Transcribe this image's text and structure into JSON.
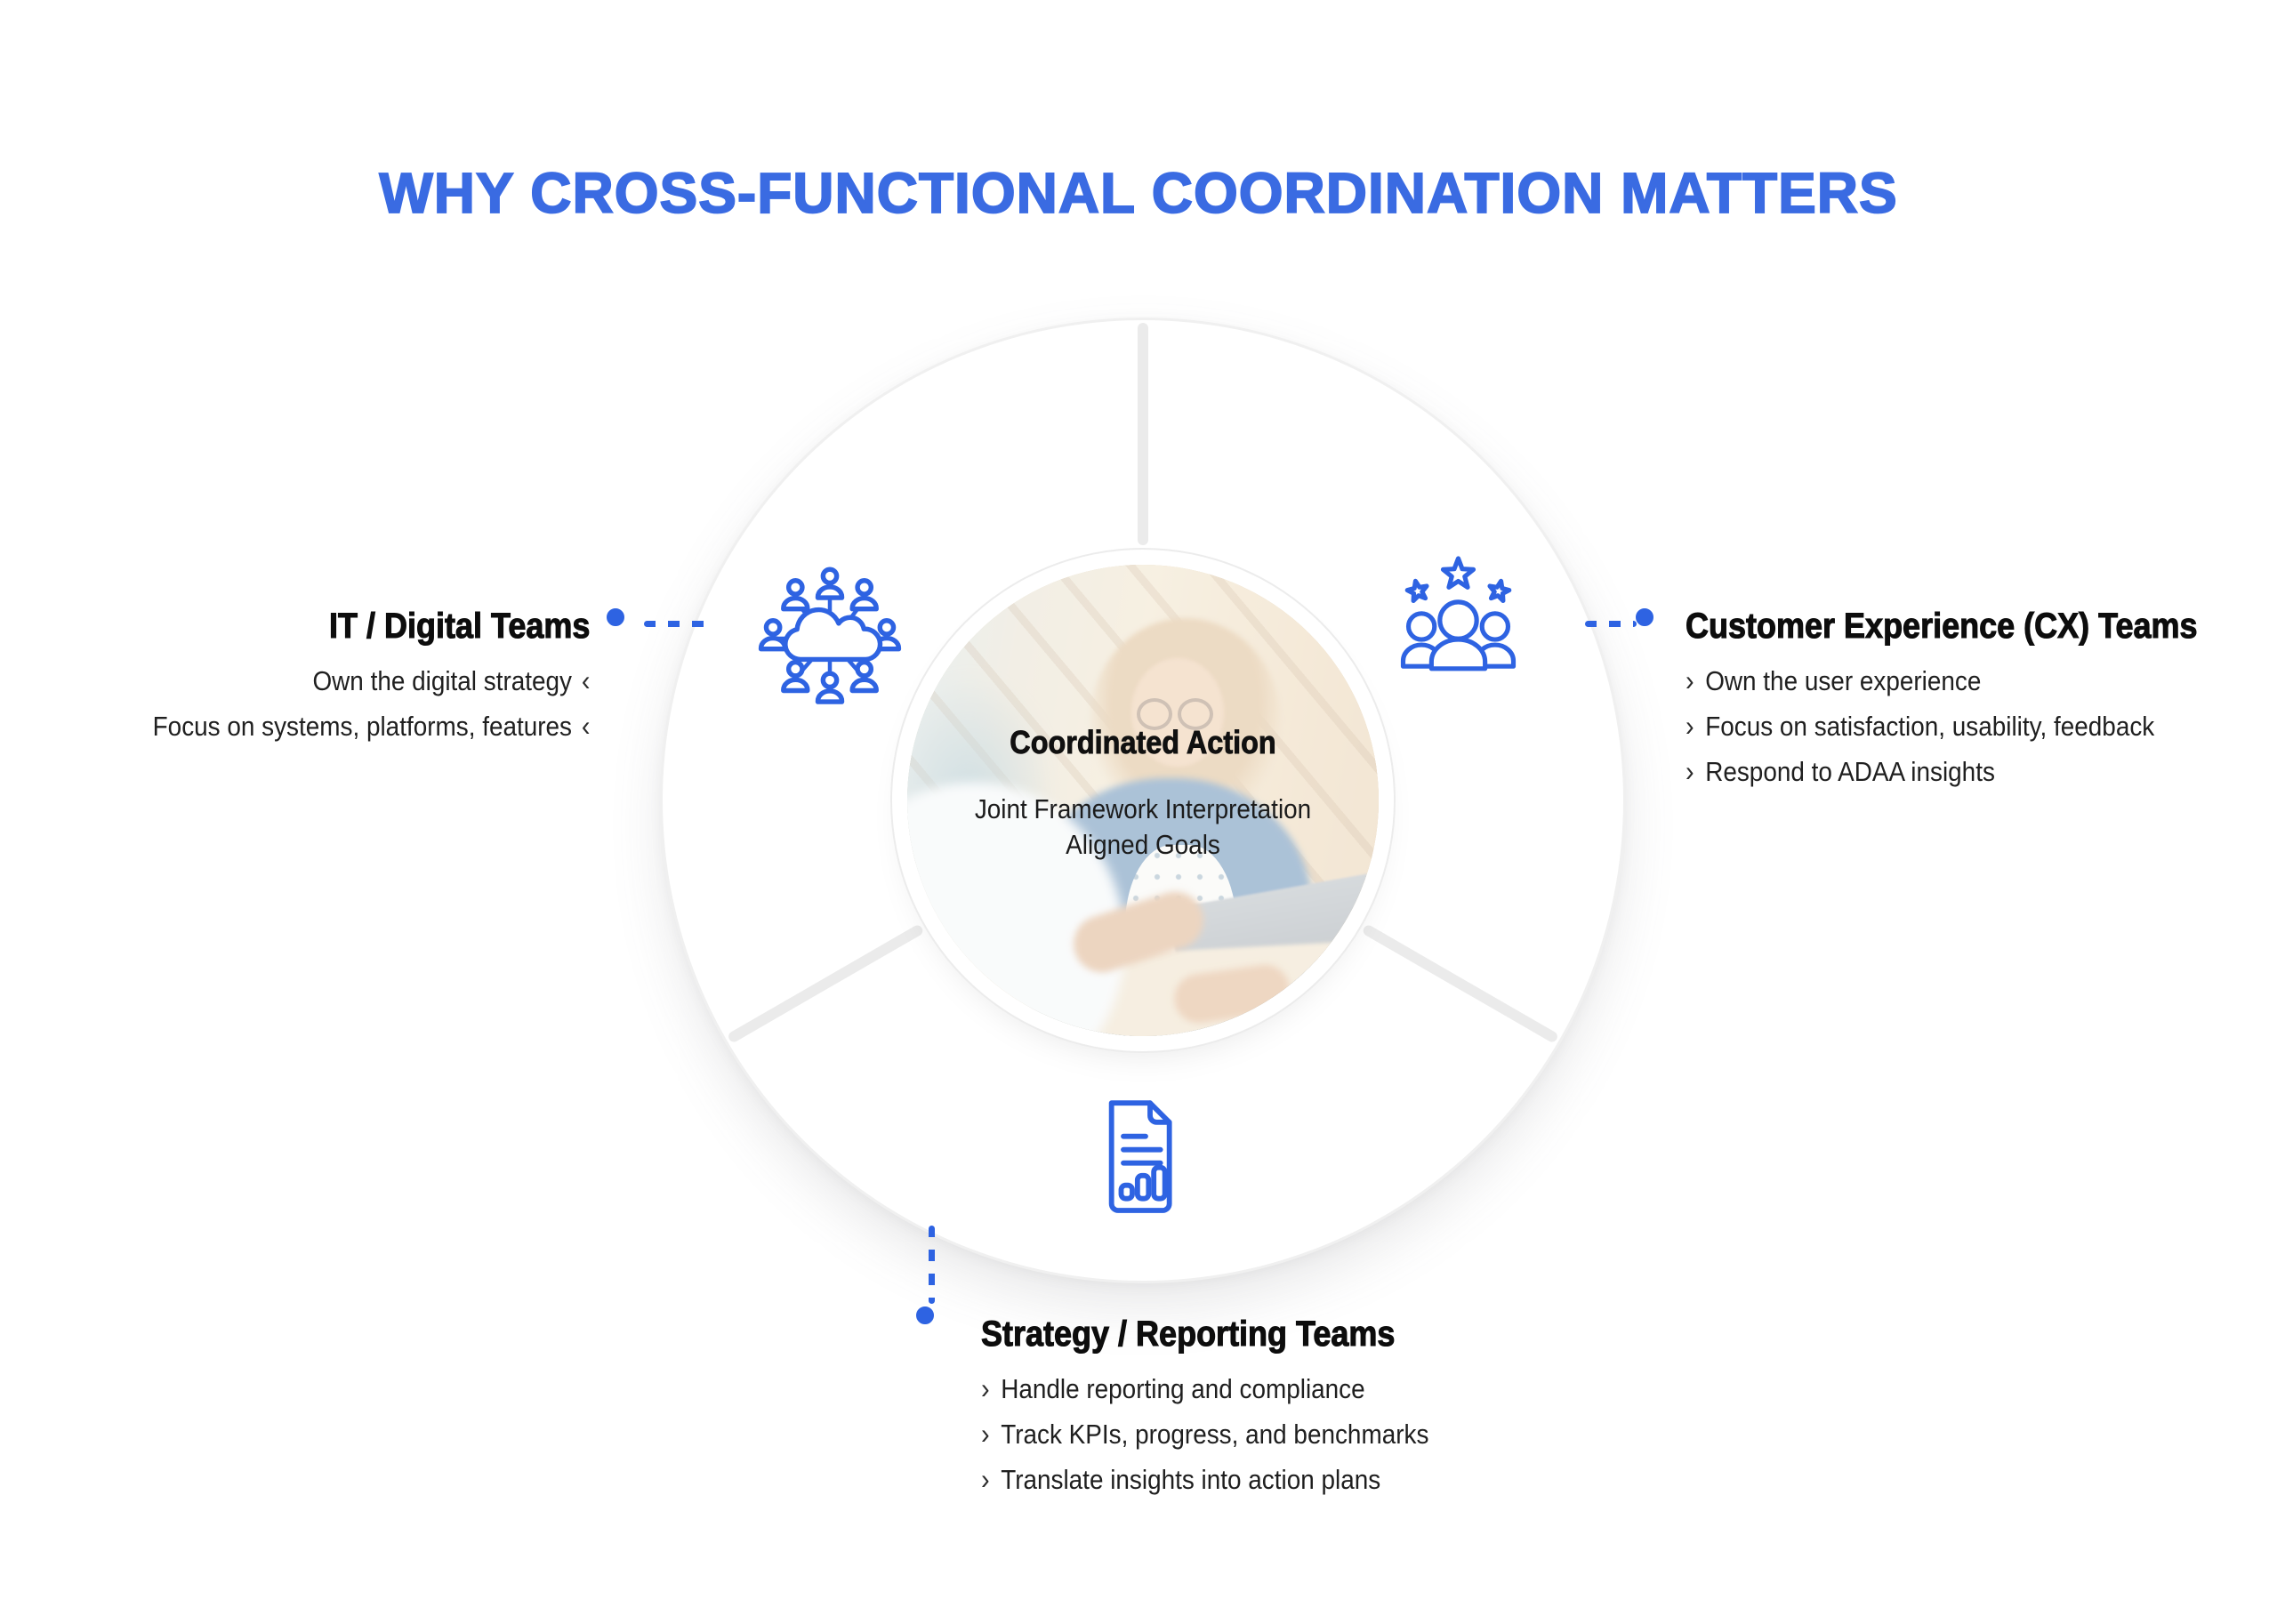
{
  "title": "WHY CROSS-FUNCTIONAL COORDINATION MATTERS",
  "colors": {
    "title_blue": "#3A6BE2",
    "accent_blue": "#2E63E2",
    "text_dark": "#121212"
  },
  "center": {
    "heading": "Coordinated Action",
    "lines": [
      "Joint Framework Interpretation",
      "Aligned Goals"
    ],
    "photo": "business-meeting-photo"
  },
  "markers": {
    "left_chevron": "‹",
    "right_chevron": "›"
  },
  "teams": {
    "it": {
      "label": "IT / Digital Teams",
      "bullets": [
        "Own the digital strategy",
        "Focus on systems, platforms, features"
      ]
    },
    "cx": {
      "label": "Customer Experience (CX) Teams",
      "bullets": [
        "Own the user experience",
        "Focus on satisfaction, usability, feedback",
        "Respond to ADAA insights"
      ]
    },
    "strategy": {
      "label": "Strategy / Reporting Teams",
      "bullets": [
        "Handle reporting and compliance",
        "Track KPIs, progress, and benchmarks",
        "Translate insights into action plans"
      ]
    }
  },
  "icons": {
    "it": "cloud-team-network-icon",
    "cx": "customer-rating-icon",
    "strategy": "report-chart-icon"
  }
}
